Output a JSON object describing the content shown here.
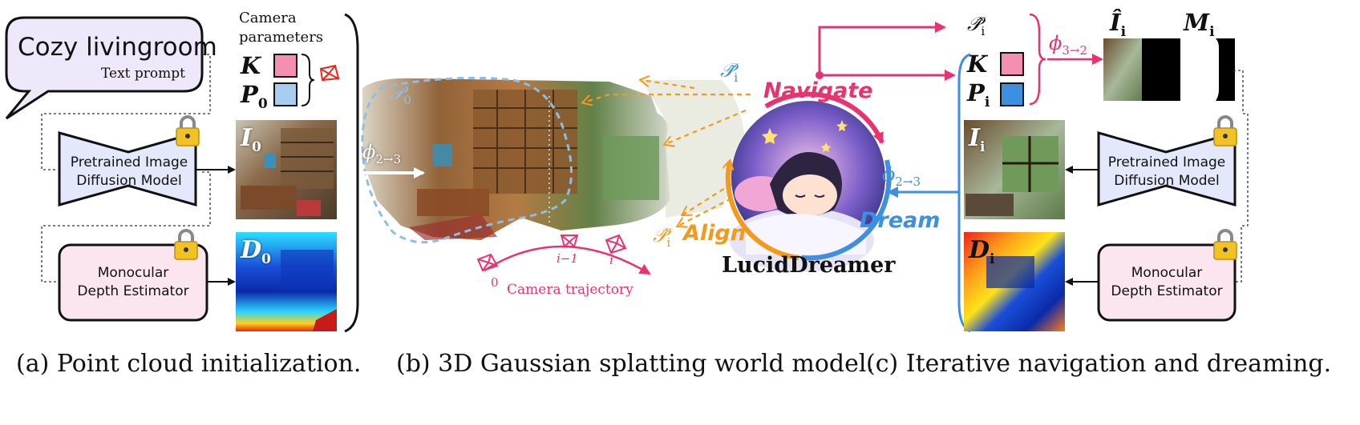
{
  "colors": {
    "pink": "#e8336f",
    "blue": "#3d8fe0",
    "orange": "#f39a1c",
    "light_blue": "#8fbde6",
    "box_blue": "#e4e8fb",
    "box_pink": "#fbe6ef",
    "bubble": "#eee8fa"
  },
  "panel_a": {
    "text_bubble": {
      "prompt": "Cozy livingroom",
      "label": "Text prompt"
    },
    "camera_params": {
      "title_line1": "Camera",
      "title_line2": "parameters",
      "k": "K",
      "p0": "P",
      "p0_sub": "0"
    },
    "diffusion_box": {
      "line1": "Pretrained Image",
      "line2": "Diffusion Model"
    },
    "depth_box": {
      "line1": "Monocular",
      "line2": "Depth Estimator"
    },
    "image_label": "I",
    "image_sub": "0",
    "depth_label": "D",
    "depth_sub": "0",
    "caption": "(a) Point cloud initialization."
  },
  "panel_b": {
    "p0_label": "𝒫",
    "p0_sub": "0",
    "phi_label": "ϕ",
    "phi_sub": "2→3",
    "ptilde_label": "𝒫̃",
    "ptilde_sub": "i",
    "phat_label": "𝒫̂",
    "phat_sub": "i",
    "navigate": "Navigate",
    "dream": "Dream",
    "align": "Align",
    "center_title": "LucidDreamer",
    "trajectory": {
      "label": "Camera trajectory",
      "tick_0": "0",
      "tick_prev": "i−1",
      "tick_i": "i"
    },
    "caption": "(b) 3D Gaussian splatting world model."
  },
  "panel_c": {
    "phat_label": "𝒫̂",
    "phat_sub": "i",
    "phi32_label": "ϕ",
    "phi32_sub": "3→2",
    "phi23_label": "ϕ",
    "phi23_sub": "2→3",
    "ihat_label": "Î",
    "ihat_sub": "i",
    "m_label": "M",
    "m_sub": "i",
    "k": "K",
    "p": "P",
    "p_sub": "i",
    "image_label": "I",
    "image_sub": "i",
    "depth_label": "D",
    "depth_sub": "i",
    "diffusion_box": {
      "line1": "Pretrained Image",
      "line2": "Diffusion Model"
    },
    "depth_box": {
      "line1": "Monocular",
      "line2": "Depth Estimator"
    },
    "caption": "(c) Iterative navigation and dreaming."
  }
}
